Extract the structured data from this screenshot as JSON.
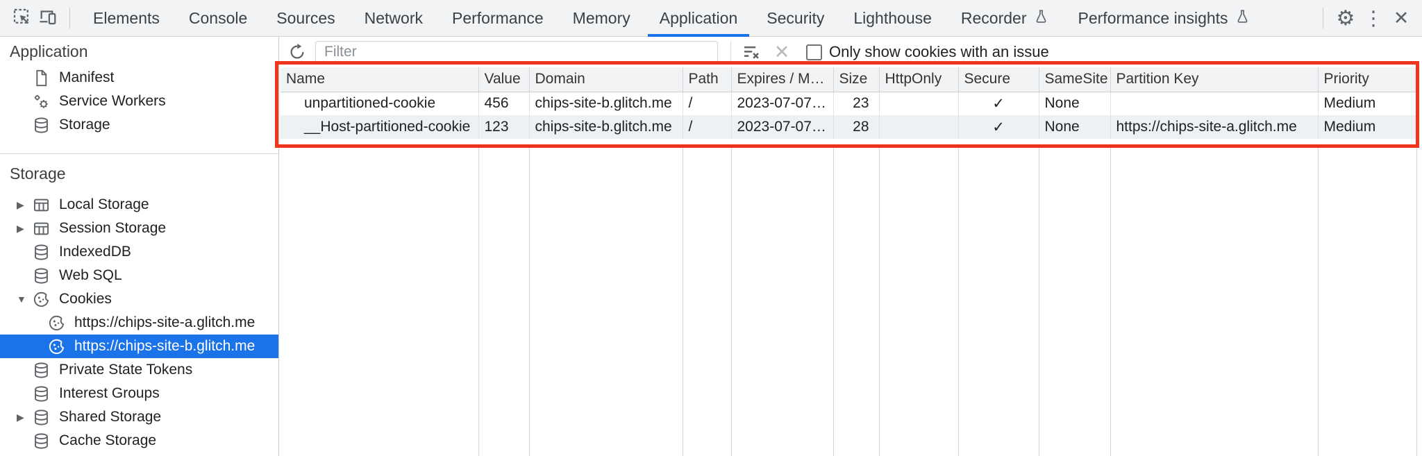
{
  "tabbar": {
    "tabs": [
      {
        "label": "Elements"
      },
      {
        "label": "Console"
      },
      {
        "label": "Sources"
      },
      {
        "label": "Network"
      },
      {
        "label": "Performance"
      },
      {
        "label": "Memory"
      },
      {
        "label": "Application",
        "active": true
      },
      {
        "label": "Security"
      },
      {
        "label": "Lighthouse"
      },
      {
        "label": "Recorder",
        "experimental": true
      },
      {
        "label": "Performance insights",
        "experimental": true
      }
    ]
  },
  "sidebar": {
    "sections": [
      {
        "title": "Application",
        "items": [
          {
            "label": "Manifest",
            "icon": "file-icon"
          },
          {
            "label": "Service Workers",
            "icon": "gears-icon"
          },
          {
            "label": "Storage",
            "icon": "database-icon"
          }
        ]
      },
      {
        "title": "Storage",
        "items": [
          {
            "label": "Local Storage",
            "icon": "table-icon",
            "expander": "collapsed"
          },
          {
            "label": "Session Storage",
            "icon": "table-icon",
            "expander": "collapsed"
          },
          {
            "label": "IndexedDB",
            "icon": "database-icon"
          },
          {
            "label": "Web SQL",
            "icon": "database-icon"
          },
          {
            "label": "Cookies",
            "icon": "cookie-icon",
            "expander": "expanded"
          },
          {
            "label": "https://chips-site-a.glitch.me",
            "icon": "cookie-icon",
            "child": true
          },
          {
            "label": "https://chips-site-b.glitch.me",
            "icon": "cookie-icon",
            "child": true,
            "selected": true
          },
          {
            "label": "Private State Tokens",
            "icon": "database-icon"
          },
          {
            "label": "Interest Groups",
            "icon": "database-icon"
          },
          {
            "label": "Shared Storage",
            "icon": "database-icon",
            "expander": "collapsed"
          },
          {
            "label": "Cache Storage",
            "icon": "database-icon"
          }
        ]
      }
    ]
  },
  "cookie_toolbar": {
    "filter_placeholder": "Filter",
    "only_issue_label": "Only show cookies with an issue",
    "checkbox_checked": false
  },
  "cookie_table": {
    "columns": [
      {
        "label": "Name"
      },
      {
        "label": "Value"
      },
      {
        "label": "Domain"
      },
      {
        "label": "Path"
      },
      {
        "label": "Expires / M…"
      },
      {
        "label": "Size"
      },
      {
        "label": "HttpOnly"
      },
      {
        "label": "Secure"
      },
      {
        "label": "SameSite"
      },
      {
        "label": "Partition Key"
      },
      {
        "label": "Priority"
      }
    ],
    "rows": [
      {
        "name": "unpartitioned-cookie",
        "value": "456",
        "domain": "chips-site-b.glitch.me",
        "path": "/",
        "expires": "2023-07-07…",
        "size": "23",
        "http_only": "",
        "secure": "✓",
        "same_site": "None",
        "partition_key": "",
        "priority": "Medium"
      },
      {
        "name": "__Host-partitioned-cookie",
        "value": "123",
        "domain": "chips-site-b.glitch.me",
        "path": "/",
        "expires": "2023-07-07…",
        "size": "28",
        "http_only": "",
        "secure": "✓",
        "same_site": "None",
        "partition_key": "https://chips-site-a.glitch.me",
        "priority": "Medium"
      }
    ]
  },
  "annotation": {
    "type": "highlight-rectangle",
    "border_color": "#f0351c"
  },
  "colors": {
    "accent_blue": "#1a73e8",
    "tabbar_bg": "#f1f3f4",
    "table_header_bg": "#f1f3f4",
    "stripe_row_bg": "#eef1f4",
    "selected_item_bg": "#1a73e8"
  }
}
